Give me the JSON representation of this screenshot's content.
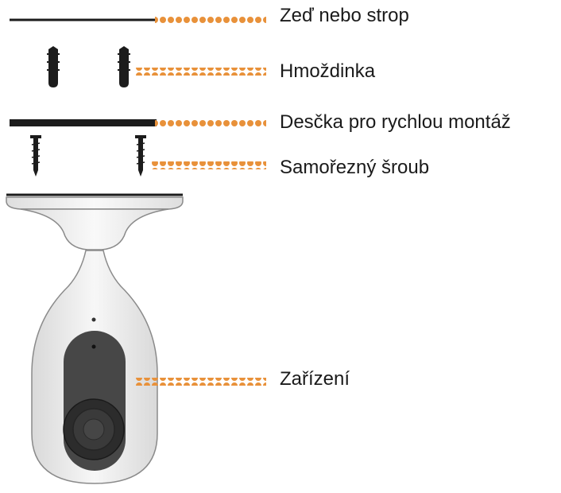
{
  "labels": {
    "wall_or_ceiling": "Zeď nebo strop",
    "wall_anchor": "Hmoždinka",
    "quick_mount_plate": "Desčka pro rychlou montáž",
    "self_tapping_screw": "Samořezný šroub",
    "device": "Zařízení"
  },
  "colors": {
    "callout": "#e8913a",
    "part_dark": "#1c1c1c",
    "device_shell": "#ececec",
    "device_outline": "#8a8a8a",
    "lens_panel": "#474747"
  },
  "icons": {
    "wall_line": "wall-line-icon",
    "anchor": "wall-anchor-icon",
    "plate": "mount-plate-icon",
    "screw": "screw-icon",
    "camera": "camera-device-icon"
  }
}
